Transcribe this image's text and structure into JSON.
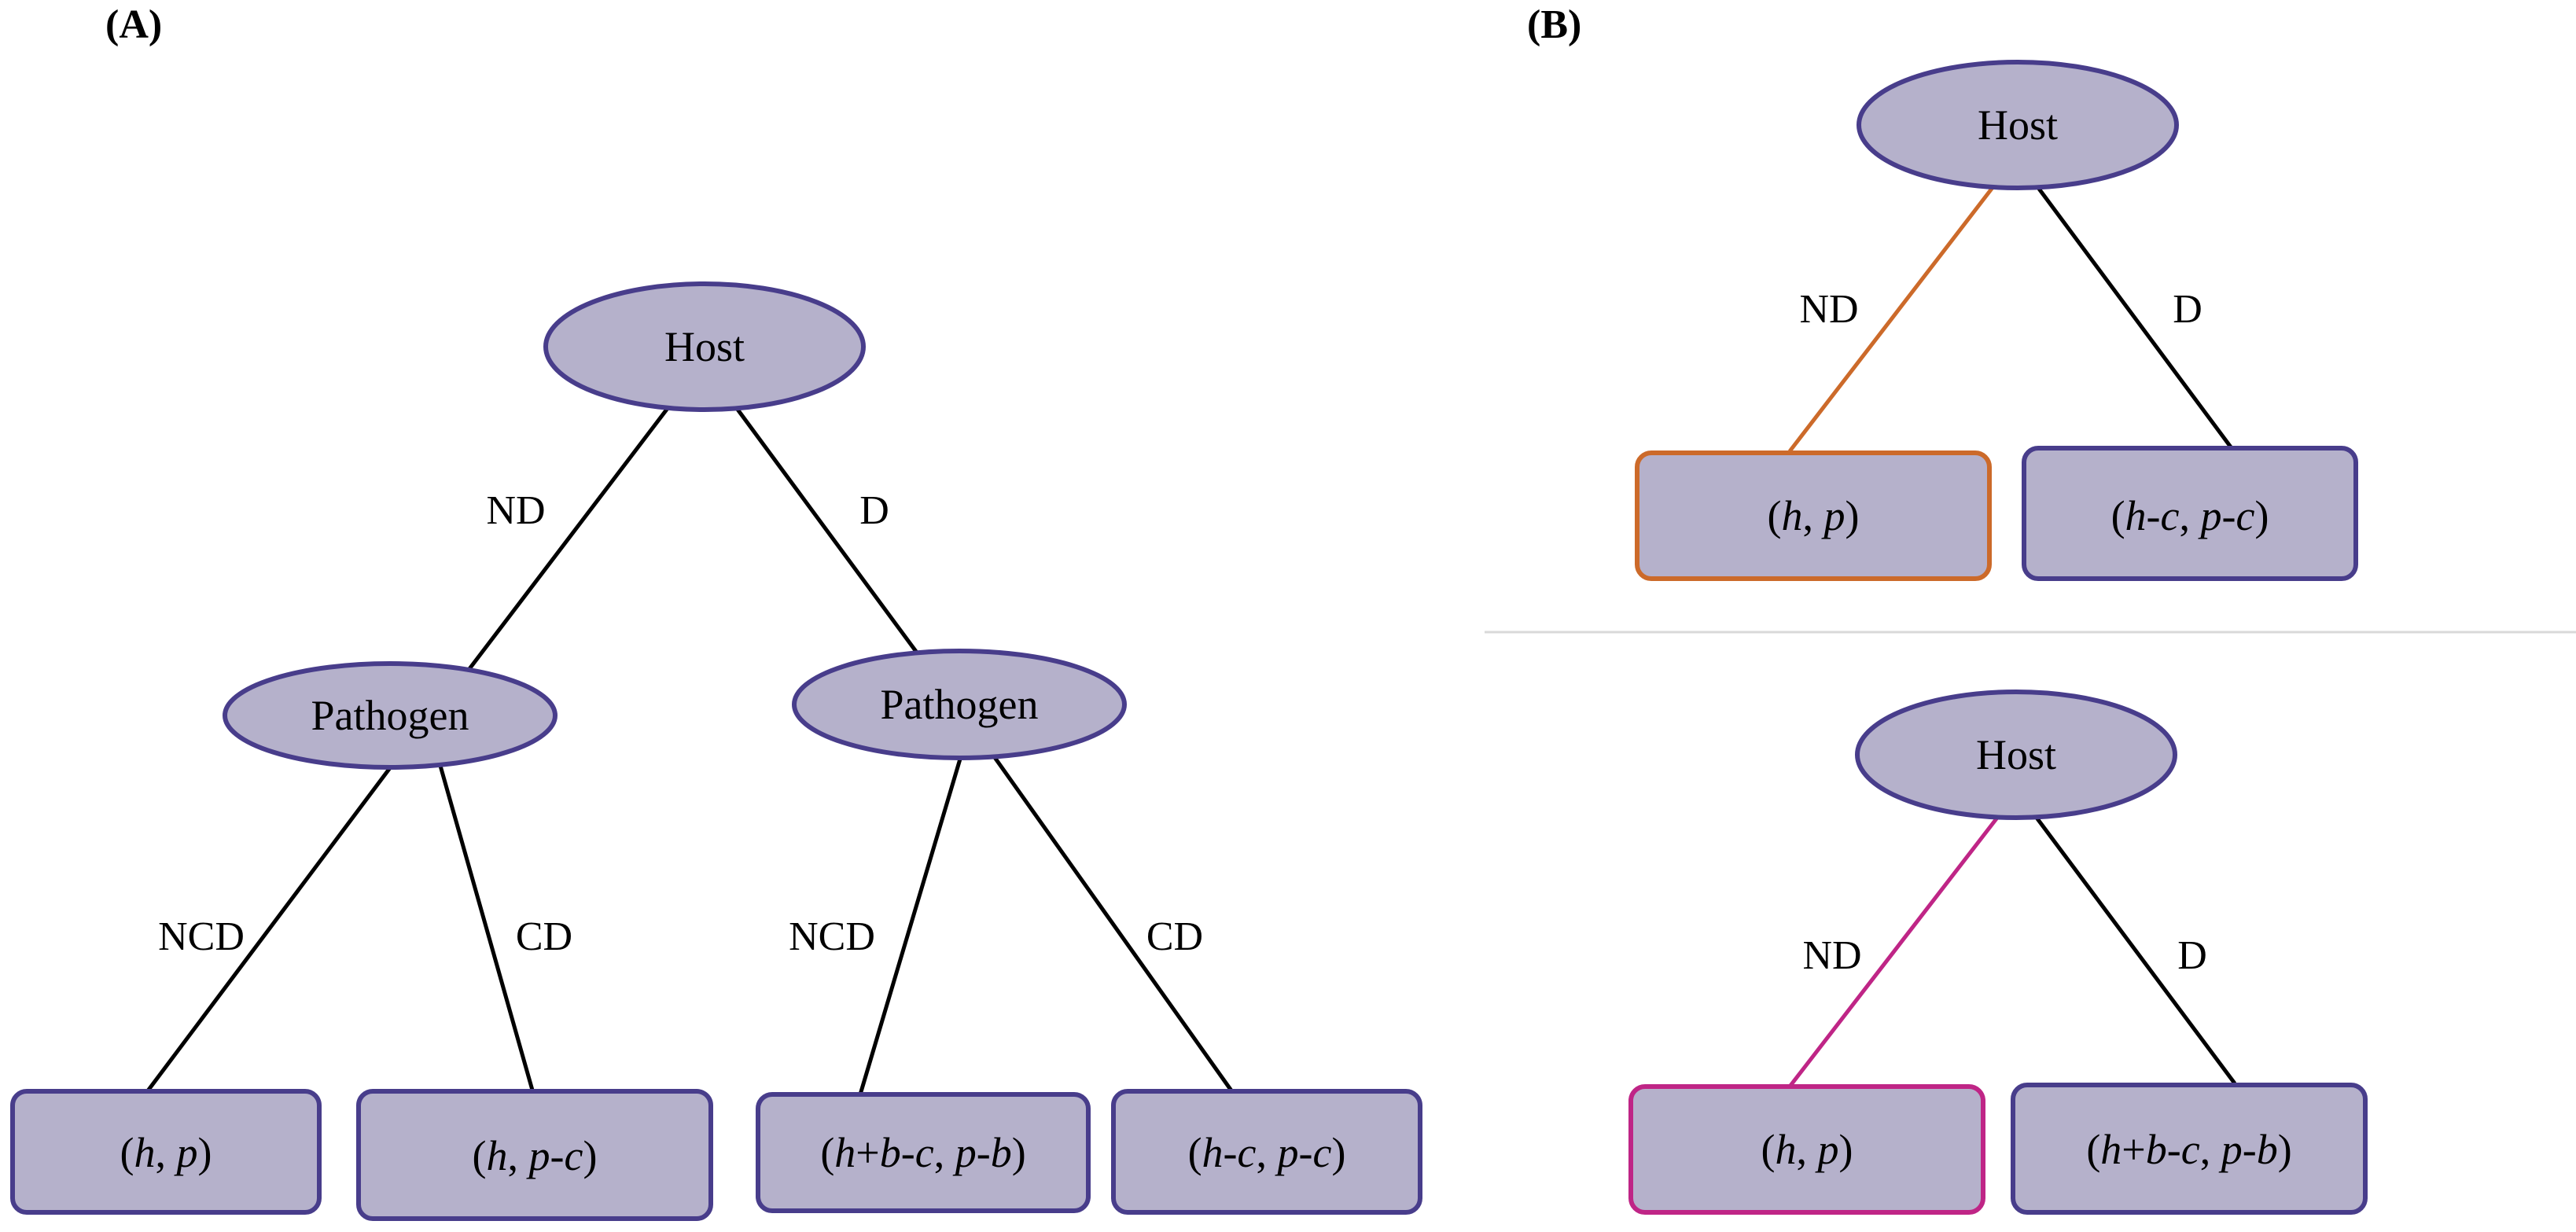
{
  "panel_a": {
    "label": "(A)",
    "root": "Host",
    "root_edges": {
      "left": "ND",
      "right": "D"
    },
    "left_node": "Pathogen",
    "right_node": "Pathogen",
    "left_edges": {
      "left": "NCD",
      "right": "CD"
    },
    "right_edges": {
      "left": "NCD",
      "right": "CD"
    },
    "leaves": [
      [
        {
          "t": "(",
          "i": false
        },
        {
          "t": "h",
          "i": true
        },
        {
          "t": ", ",
          "i": false
        },
        {
          "t": "p",
          "i": true
        },
        {
          "t": ")",
          "i": false
        }
      ],
      [
        {
          "t": "(",
          "i": false
        },
        {
          "t": "h",
          "i": true
        },
        {
          "t": ", ",
          "i": false
        },
        {
          "t": "p",
          "i": true
        },
        {
          "t": "-",
          "i": false
        },
        {
          "t": "c",
          "i": true
        },
        {
          "t": ")",
          "i": false
        }
      ],
      [
        {
          "t": "(",
          "i": false
        },
        {
          "t": "h",
          "i": true
        },
        {
          "t": "+",
          "i": false
        },
        {
          "t": "b",
          "i": true
        },
        {
          "t": "-",
          "i": false
        },
        {
          "t": "c",
          "i": true
        },
        {
          "t": ", ",
          "i": false
        },
        {
          "t": "p",
          "i": true
        },
        {
          "t": "-",
          "i": false
        },
        {
          "t": "b",
          "i": true
        },
        {
          "t": ")",
          "i": false
        }
      ],
      [
        {
          "t": "(",
          "i": false
        },
        {
          "t": "h",
          "i": true
        },
        {
          "t": "-",
          "i": false
        },
        {
          "t": "c",
          "i": true
        },
        {
          "t": ", ",
          "i": false
        },
        {
          "t": "p",
          "i": true
        },
        {
          "t": "-",
          "i": false
        },
        {
          "t": "c",
          "i": true
        },
        {
          "t": ")",
          "i": false
        }
      ]
    ]
  },
  "panel_b": {
    "label": "(B)",
    "top": {
      "root": "Host",
      "edges": {
        "left": "ND",
        "right": "D"
      },
      "leaves": [
        [
          {
            "t": "(",
            "i": false
          },
          {
            "t": "h",
            "i": true
          },
          {
            "t": ", ",
            "i": false
          },
          {
            "t": "p",
            "i": true
          },
          {
            "t": ")",
            "i": false
          }
        ],
        [
          {
            "t": "(",
            "i": false
          },
          {
            "t": "h",
            "i": true
          },
          {
            "t": "-",
            "i": false
          },
          {
            "t": "c",
            "i": true
          },
          {
            "t": ", ",
            "i": false
          },
          {
            "t": "p",
            "i": true
          },
          {
            "t": "-",
            "i": false
          },
          {
            "t": "c",
            "i": true
          },
          {
            "t": ")",
            "i": false
          }
        ]
      ],
      "highlight_color": "#cc6a2a"
    },
    "bottom": {
      "root": "Host",
      "edges": {
        "left": "ND",
        "right": "D"
      },
      "leaves": [
        [
          {
            "t": "(",
            "i": false
          },
          {
            "t": "h",
            "i": true
          },
          {
            "t": ", ",
            "i": false
          },
          {
            "t": "p",
            "i": true
          },
          {
            "t": ")",
            "i": false
          }
        ],
        [
          {
            "t": "(",
            "i": false
          },
          {
            "t": "h",
            "i": true
          },
          {
            "t": "+",
            "i": false
          },
          {
            "t": "b",
            "i": true
          },
          {
            "t": "-",
            "i": false
          },
          {
            "t": "c",
            "i": true
          },
          {
            "t": ", ",
            "i": false
          },
          {
            "t": "p",
            "i": true
          },
          {
            "t": "-",
            "i": false
          },
          {
            "t": "b",
            "i": true
          },
          {
            "t": ")",
            "i": false
          }
        ]
      ],
      "highlight_color": "#bf2586"
    }
  },
  "colors": {
    "node_fill": "#b5b1cb",
    "node_stroke": "#483d8b",
    "edge": "#000000",
    "divider": "#d9d9d9"
  }
}
